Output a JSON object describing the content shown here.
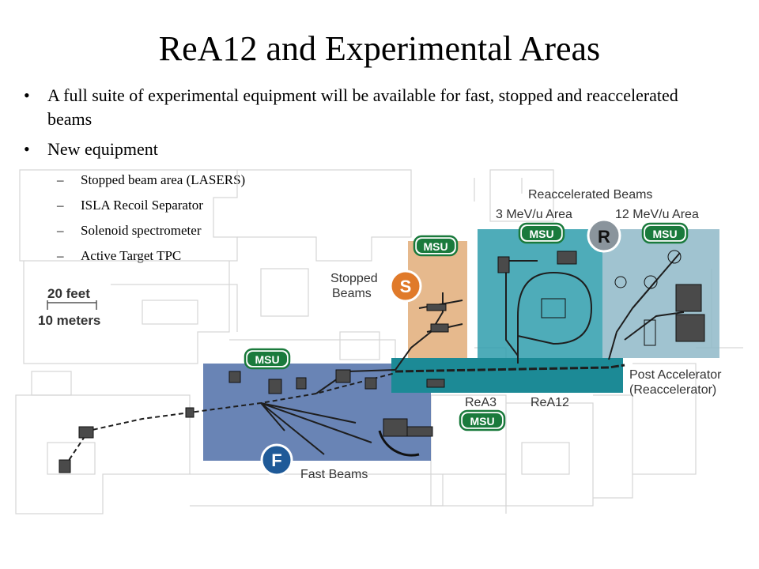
{
  "slide": {
    "title": "ReA12 and Experimental Areas",
    "bullets": [
      "A full suite of experimental equipment will be available for fast, stopped and reaccelerated beams",
      "New equipment"
    ],
    "sub_bullets": [
      "Stopped beam area (LASERS)",
      "ISLA Recoil Separator",
      "Solenoid spectrometer",
      "Active Target   TPC"
    ],
    "bullet_glyph": "•",
    "dash_glyph": "–"
  },
  "diagram": {
    "scale_bar": {
      "feet": "20 feet",
      "meters": "10 meters"
    },
    "labels": {
      "reaccelerated_beams": "Reaccelerated Beams",
      "area_3mev": "3 MeV/u Area",
      "area_12mev": "12 MeV/u Area",
      "stopped_beams_line1": "Stopped",
      "stopped_beams_line2": "Beams",
      "post_accel_line1": "Post Accelerator",
      "post_accel_line2": "(Reaccelerator)",
      "rea3": "ReA3",
      "rea12": "ReA12",
      "fast_beams": "Fast Beams"
    },
    "badges": {
      "msu": "MSU",
      "s": "S",
      "r": "R",
      "f": "F"
    },
    "colors": {
      "fast_area": "#4f6fa8",
      "stopped_area": "#e0a870",
      "rea_3mev_area": "#2f9dad",
      "rea_12mev_area": "#8fb8c8",
      "post_accelerator": "#1c8a96",
      "msu_green": "#1a7a3c",
      "badge_s": "#e07a2a",
      "badge_r": "#8a949c",
      "badge_f": "#1f5a98"
    }
  }
}
